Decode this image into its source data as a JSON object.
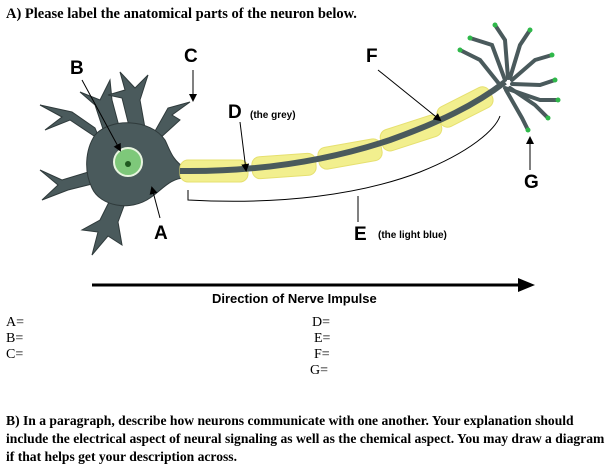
{
  "header": {
    "title": "A) Please label the anatomical parts of the neuron below."
  },
  "diagram": {
    "labels": {
      "A": "A",
      "B": "B",
      "C": "C",
      "D": "D",
      "E": "E",
      "F": "F",
      "G": "G"
    },
    "notes": {
      "d_note": "(the grey)",
      "e_note": "(the light blue)"
    },
    "direction": "Direction of Nerve Impulse",
    "colors": {
      "cell": "#4a5a5c",
      "myelin": "#f2ef8e",
      "nucleus": "#7ec87a",
      "terminal_dot": "#2fb84a"
    }
  },
  "answers": {
    "left": [
      "A=",
      "B=",
      "C="
    ],
    "right": [
      "D=",
      "E=",
      "F=",
      "G="
    ]
  },
  "part_b": {
    "text": "B) In a paragraph, describe how neurons communicate with one another. Your explanation should include the electrical aspect of neural signaling as well as the chemical aspect. You may draw a diagram if that helps get your description across."
  }
}
